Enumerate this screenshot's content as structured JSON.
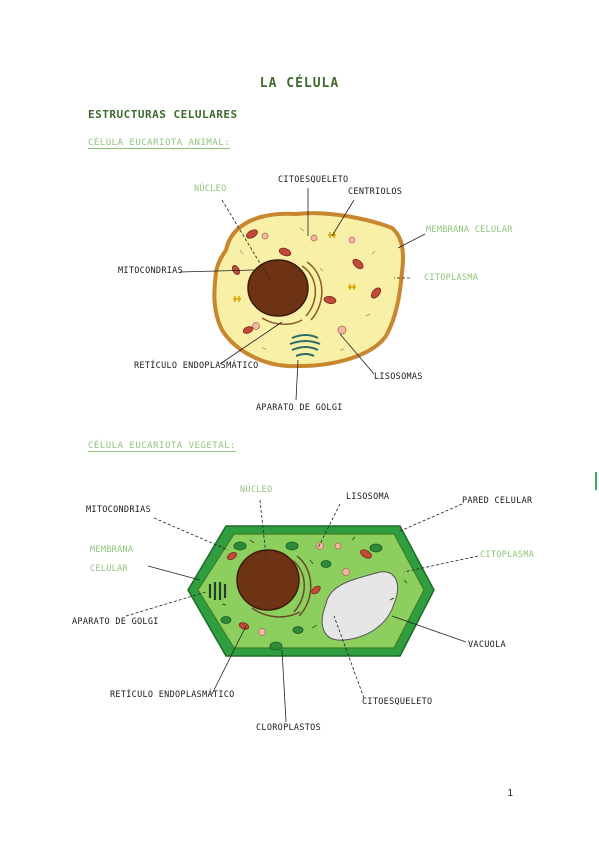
{
  "title": "LA CÉLULA",
  "section": "ESTRUCTURAS CELULARES",
  "animal": {
    "heading": "CÉLULA EUCARIOTA ANIMAL:",
    "labels": {
      "nucleo": "NÚCLEO",
      "citoesqueleto": "CITOESQUELETO",
      "centriolos": "CENTRIOLOS",
      "membrana": "MEMBRANA CELULAR",
      "mitocondrias": "MITOCONDRIAS",
      "citoplasma": "CITOPLASMA",
      "reticulo": "RETÍCULO ENDOPLASMÁTICO",
      "lisosomas": "LISOSOMAS",
      "golgi": "APARATO DE GOLGI"
    }
  },
  "vegetal": {
    "heading": "CÉLULA EUCARIOTA VEGETAL:",
    "labels": {
      "nucleo": "NÚCLEO",
      "lisosoma": "LISOSOMA",
      "pared": "PARED CELULAR",
      "mitocondrias": "MITOCONDRIAS",
      "membrana_1": "MEMBRANA",
      "membrana_2": "CELULAR",
      "citoplasma": "CITOPLASMA",
      "golgi": "APARATO DE GOLGI",
      "vacuola": "VACUOLA",
      "reticulo": "RETÍCULO ENDOPLASMÁTICO",
      "citoesqueleto": "CITOESQUELETO",
      "cloroplastos": "CLOROPLASTOS"
    }
  },
  "page_number": "1",
  "colors": {
    "heading_green": "#3e6b2e",
    "label_green": "#8fc47a",
    "animal_cytoplasm": "#f7f0a6",
    "animal_membrane": "#c8862f",
    "nucleus": "#6e3214",
    "plant_wall": "#2f9e3f",
    "plant_cytoplasm": "#8ccf5e",
    "vacuole": "#e6e6e6"
  }
}
